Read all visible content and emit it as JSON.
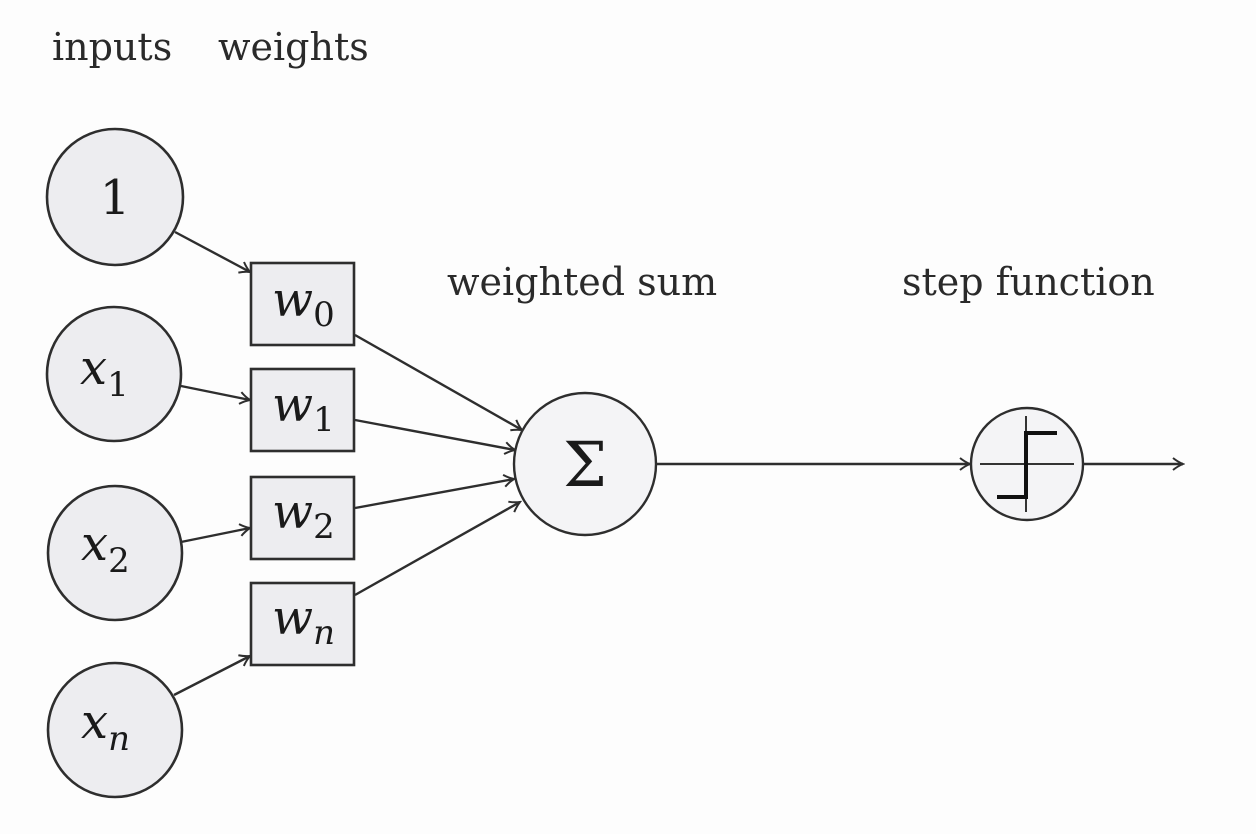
{
  "title": "Perceptron diagram",
  "labels": {
    "inputs": "inputs",
    "weights": "weights",
    "weighted_sum": "weighted sum",
    "step_function": "step function"
  },
  "inputs": [
    {
      "id": "bias",
      "base": "1",
      "sub": ""
    },
    {
      "id": "x1",
      "base": "x",
      "sub": "1"
    },
    {
      "id": "x2",
      "base": "x",
      "sub": "2"
    },
    {
      "id": "xn",
      "base": "x",
      "sub": "n"
    }
  ],
  "weights": [
    {
      "id": "w0",
      "base": "w",
      "sub": "0"
    },
    {
      "id": "w1",
      "base": "w",
      "sub": "1"
    },
    {
      "id": "w2",
      "base": "w",
      "sub": "2"
    },
    {
      "id": "wn",
      "base": "w",
      "sub": "n"
    }
  ],
  "sum_node": {
    "symbol": "Σ"
  },
  "activation": {
    "type": "step"
  },
  "edges": [
    {
      "from": "bias",
      "to": "w0"
    },
    {
      "from": "x1",
      "to": "w1"
    },
    {
      "from": "x2",
      "to": "w2"
    },
    {
      "from": "xn",
      "to": "wn"
    },
    {
      "from": "w0",
      "to": "sum"
    },
    {
      "from": "w1",
      "to": "sum"
    },
    {
      "from": "w2",
      "to": "sum"
    },
    {
      "from": "wn",
      "to": "sum"
    },
    {
      "from": "sum",
      "to": "step"
    },
    {
      "from": "step",
      "to": "output"
    }
  ],
  "colors": {
    "node_fill": "#ededf0",
    "stroke": "#2e2e2e",
    "background": "#fdfdfd"
  }
}
